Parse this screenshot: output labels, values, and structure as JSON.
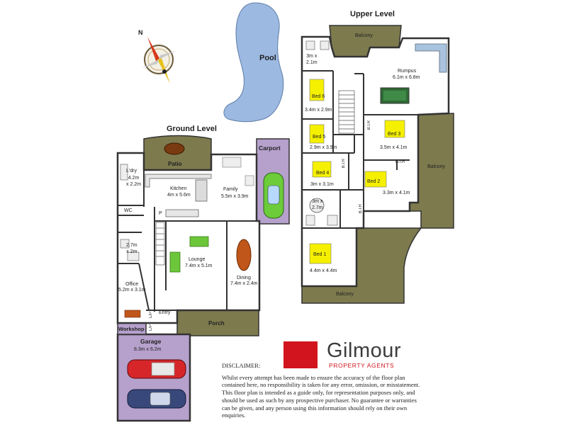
{
  "compass": {
    "north_label": "N"
  },
  "pool": {
    "label": "Pool"
  },
  "upper_level": {
    "title": "Upper Level",
    "rooms": [
      {
        "name": "Balcony",
        "dims": ""
      },
      {
        "name": "",
        "dims": "3m x\n2.1m"
      },
      {
        "name": "Rumpus",
        "dims": "6.1m x 6.8m"
      },
      {
        "name": "Bed 6",
        "dims": "3.4m x 2.9m"
      },
      {
        "name": "Bed 5",
        "dims": "2.9m x 3.9m"
      },
      {
        "name": "Bed 3",
        "dims": "3.5m x 4.1m"
      },
      {
        "name": "Bed 4",
        "dims": "3m x 3.1m"
      },
      {
        "name": "Bed 2",
        "dims": "3.3m x 4.1m"
      },
      {
        "name": "",
        "dims": "3m x\n2.7m"
      },
      {
        "name": "Bed 1",
        "dims": "4.4m x 4.4m"
      },
      {
        "name": "Balcony",
        "dims": ""
      },
      {
        "name": "Balcony",
        "dims": ""
      }
    ],
    "bir_labels": [
      "B.I.R",
      "B.I.R",
      "B.I.R",
      "B.I.R"
    ]
  },
  "ground_level": {
    "title": "Ground Level",
    "rooms": [
      {
        "name": "Patio",
        "dims": ""
      },
      {
        "name": "Carport",
        "dims": ""
      },
      {
        "name": "L'dry",
        "dims": "4.2m\nx 2.2m"
      },
      {
        "name": "Kitchen",
        "dims": "4m x 5.6m"
      },
      {
        "name": "Family",
        "dims": "5.5m x 3.9m"
      },
      {
        "name": "WC",
        "dims": ""
      },
      {
        "name": "P",
        "dims": ""
      },
      {
        "name": "",
        "dims": "2.7m\nx 2m"
      },
      {
        "name": "Lounge",
        "dims": "7.4m x 5.1m"
      },
      {
        "name": "Dining",
        "dims": "7.4m x 2.4m"
      },
      {
        "name": "Office",
        "dims": "5.2m x 3.1m"
      },
      {
        "name": "Entry",
        "dims": ""
      },
      {
        "name": "Porch",
        "dims": ""
      },
      {
        "name": "Workshop",
        "dims": ""
      },
      {
        "name": "Garage",
        "dims": "8.3m x 6.2m"
      }
    ],
    "lp_labels": [
      "L/P",
      "L/P"
    ]
  },
  "logo": {
    "name": "Gilmour",
    "tagline": "PROPERTY AGENTS",
    "brand_color": "#d1141d"
  },
  "disclaimer": {
    "heading": "DISCLAIMER:",
    "body": "Whilst every attempt has been made to ensure the accuracy of the floor plan contained here, no responsibility is taken for any error, omission, or misstatement. This floor plan is intended as a guide only, for representation purposes only, and should be used as such by any prospective purchaser. No guarantee or warranties can be given, and any person using this information should rely on their own enquiries."
  },
  "colors": {
    "balcony": "#7d7a4e",
    "patio": "#7d7a4e",
    "carport": "#b6a0cc",
    "garage": "#b6a0cc",
    "pool": "#9cb9e2",
    "bed_badge": "#f5f000",
    "wall": "#333333"
  }
}
